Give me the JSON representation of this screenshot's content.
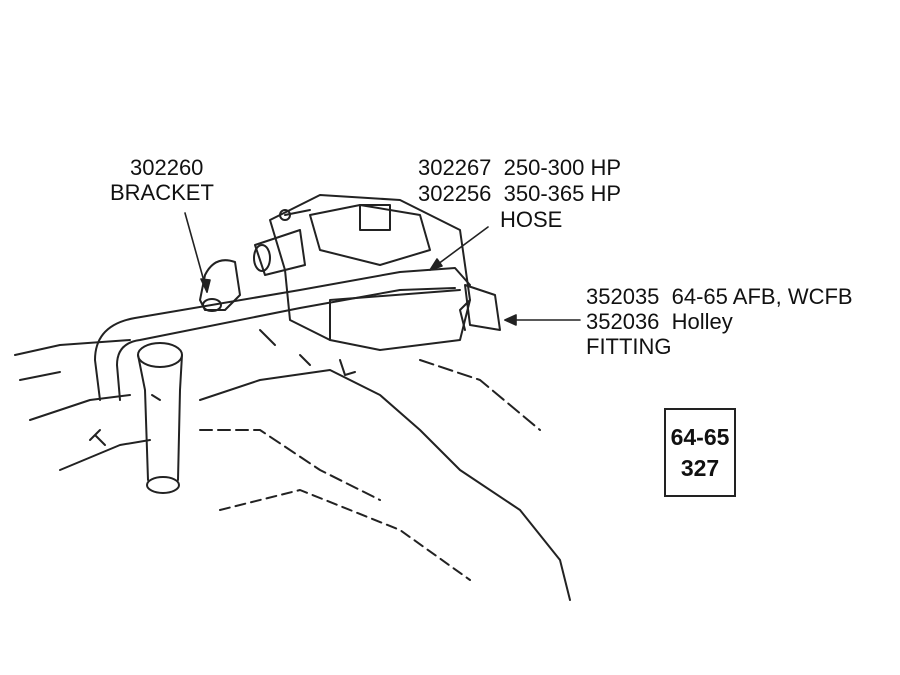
{
  "bracket": {
    "part": "302260",
    "name": "BRACKET"
  },
  "hose": {
    "line1": "302267  250-300 HP",
    "line2": "302256  350-365 HP",
    "name": "HOSE"
  },
  "fitting": {
    "line1": "352035  64-65 AFB, WCFB",
    "line2": "352036  Holley",
    "name": "FITTING"
  },
  "badge": {
    "years": "64-65",
    "engine": "327"
  }
}
